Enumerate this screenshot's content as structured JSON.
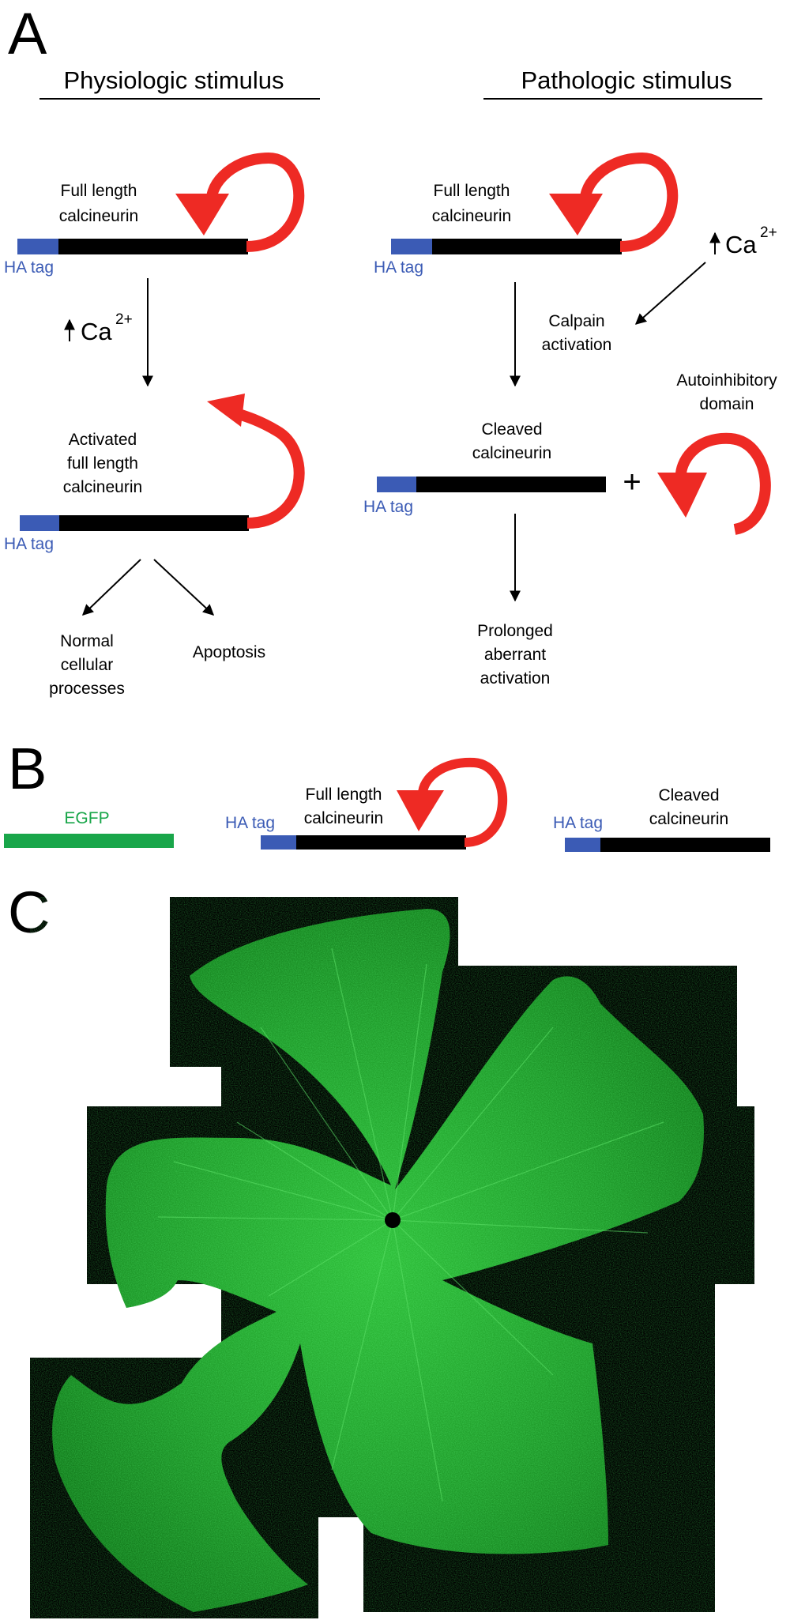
{
  "panels": {
    "a": "A",
    "b": "B",
    "c": "C"
  },
  "panel_a": {
    "physiologic": {
      "heading": "Physiologic stimulus",
      "full_length": [
        "Full length",
        "calcineurin"
      ],
      "ha_tag": "HA tag",
      "ca_symbol": "Ca",
      "ca_charge": "2+",
      "activated": [
        "Activated",
        "full length",
        "calcineurin"
      ],
      "ha_tag_2": "HA tag",
      "normal": [
        "Normal",
        "cellular",
        "processes"
      ],
      "apoptosis": "Apoptosis"
    },
    "pathologic": {
      "heading": "Pathologic stimulus",
      "full_length": [
        "Full length",
        "calcineurin"
      ],
      "ha_tag": "HA tag",
      "ca_symbol": "Ca",
      "ca_charge": "2+",
      "calpain": [
        "Calpain",
        "activation"
      ],
      "autoinhibitory": [
        "Autoinhibitory",
        "domain"
      ],
      "cleaved": [
        "Cleaved",
        "calcineurin"
      ],
      "plus": "+",
      "ha_tag_2": "HA tag",
      "prolonged": [
        "Prolonged",
        "aberrant",
        "activation"
      ]
    }
  },
  "panel_b": {
    "egfp": "EGFP",
    "ha_tag_full": "HA tag",
    "full_length": [
      "Full length",
      "calcineurin"
    ],
    "ha_tag_cleaved": "HA tag",
    "cleaved": [
      "Cleaved",
      "calcineurin"
    ]
  },
  "colors": {
    "ha_tag": "#3b5bb5",
    "calcineurin_body": "#000000",
    "autoinhibitory_domain": "#ee2a24",
    "egfp": "#19a64a",
    "micrograph_bg": "#000000",
    "retina_fluorescence": "#1fa82e"
  }
}
